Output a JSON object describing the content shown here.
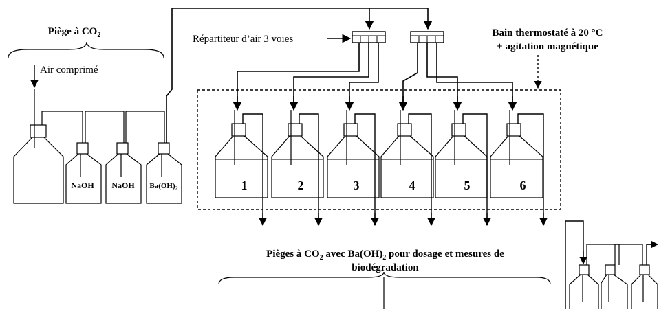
{
  "labels": {
    "trap_title": "Piège à CO",
    "trap_title_sub": "2",
    "air": "Air comprimé",
    "splitter": "Répartiteur d’air 3 voies",
    "bath_line1": "Bain thermostaté à 20 °C",
    "bath_line2": "+ agitation magnétique",
    "bottom_line1_a": "Pièges à CO",
    "bottom_line1_sub1": "2",
    "bottom_line1_b": " avec Ba(OH)",
    "bottom_line1_sub2": "2",
    "bottom_line1_c": " pour dosage et mesures de",
    "bottom_line2": "biodégradation"
  },
  "trap_bottles": [
    {
      "label": "",
      "sub": ""
    },
    {
      "label": "NaOH",
      "sub": ""
    },
    {
      "label": "NaOH",
      "sub": ""
    },
    {
      "label": "Ba(OH)",
      "sub": "2"
    }
  ],
  "reactors": [
    "1",
    "2",
    "3",
    "4",
    "5",
    "6"
  ],
  "colors": {
    "line": "#000000",
    "background": "#ffffff"
  }
}
